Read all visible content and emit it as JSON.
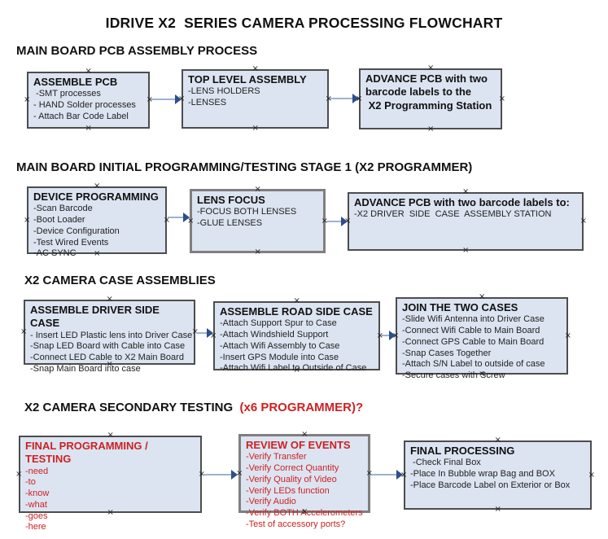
{
  "title": "IDRIVE X2  SERIES CAMERA PROCESSING FLOWCHART",
  "glyphs": {
    "connection_handle": "×"
  },
  "colors": {
    "box_fill": "#dce4f1",
    "box_border_dark": "#4d4d4d",
    "box_border_gray": "#7f7f7f",
    "red_text": "#cc2222",
    "arrow_shaft": "#9cb2d3",
    "arrow_head": "#2d4e8e"
  },
  "sections": [
    {
      "header": "MAIN BOARD PCB ASSEMBLY PROCESS",
      "boxes": [
        {
          "title": "ASSEMBLE PCB",
          "items": [
            " -SMT processes",
            "- HAND Solder processes",
            "- Attach Bar Code Label"
          ]
        },
        {
          "title": "TOP LEVEL ASSEMBLY",
          "items": [
            "-LENS HOLDERS",
            "-LENSES"
          ]
        },
        {
          "title": "ADVANCE PCB with two\nbarcode labels to the\n X2 Programming Station",
          "items": []
        }
      ]
    },
    {
      "header": "MAIN BOARD INITIAL PROGRAMMING/TESTING STAGE 1 (X2 PROGRAMMER)",
      "boxes": [
        {
          "title": "DEVICE PROGRAMMING",
          "items": [
            "-Scan Barcode",
            "-Boot Loader",
            "-Device Configuration",
            "-Test Wired Events",
            "-AC SYNC"
          ]
        },
        {
          "title": "LENS FOCUS",
          "items": [
            "-FOCUS BOTH LENSES",
            "-GLUE LENSES"
          ]
        },
        {
          "title": "ADVANCE PCB with two barcode labels to:",
          "items": [
            "-X2 DRIVER  SIDE  CASE  ASSEMBLY STATION"
          ]
        }
      ]
    },
    {
      "header": "X2 CAMERA CASE ASSEMBLIES",
      "boxes": [
        {
          "title": "ASSEMBLE DRIVER SIDE CASE",
          "items": [
            "- Insert LED Plastic lens into Driver Case",
            "-Snap LED Board with Cable into Case",
            "-Connect LED Cable to X2 Main Board",
            "-Snap Main Board into case"
          ]
        },
        {
          "title": "ASSEMBLE ROAD SIDE CASE",
          "items": [
            "-Attach Support Spur to Case",
            "-Attach Windshield Support",
            "-Attach Wifi Assembly to Case",
            "-Insert GPS Module into Case",
            "-Attach Wifi Label to Outside of Case"
          ]
        },
        {
          "title": "JOIN THE TWO CASES",
          "items": [
            "-Slide Wifi Antenna into Driver Case",
            "-Connect Wifi Cable to Main Board",
            "-Connect GPS Cable to Main Board",
            "-Snap Cases Together",
            "-Attach S/N Label to outside of case",
            "-Secure cases with Screw"
          ]
        }
      ]
    },
    {
      "header": "X2 CAMERA SECONDARY TESTING  ",
      "header_red": "(x6 PROGRAMMER)?",
      "boxes": [
        {
          "title": "FINAL PROGRAMMING / TESTING",
          "items": [
            "-need",
            "-to",
            "-know",
            "-what",
            "-goes",
            "-here"
          ]
        },
        {
          "title": "REVIEW OF EVENTS",
          "items": [
            "-Verify Transfer",
            "-Verify Correct Quantity",
            "-Verify Quality of Video",
            "-Verify LEDs function",
            "-Verify Audio",
            "-Verify BOTH Accelerometers",
            "-Test of accessory ports?"
          ]
        },
        {
          "title": "FINAL PROCESSING",
          "items": [
            " -Check Final Box",
            "-Place In Bubble wrap Bag and BOX",
            "-Place Barcode Label on Exterior or Box"
          ]
        }
      ]
    }
  ]
}
